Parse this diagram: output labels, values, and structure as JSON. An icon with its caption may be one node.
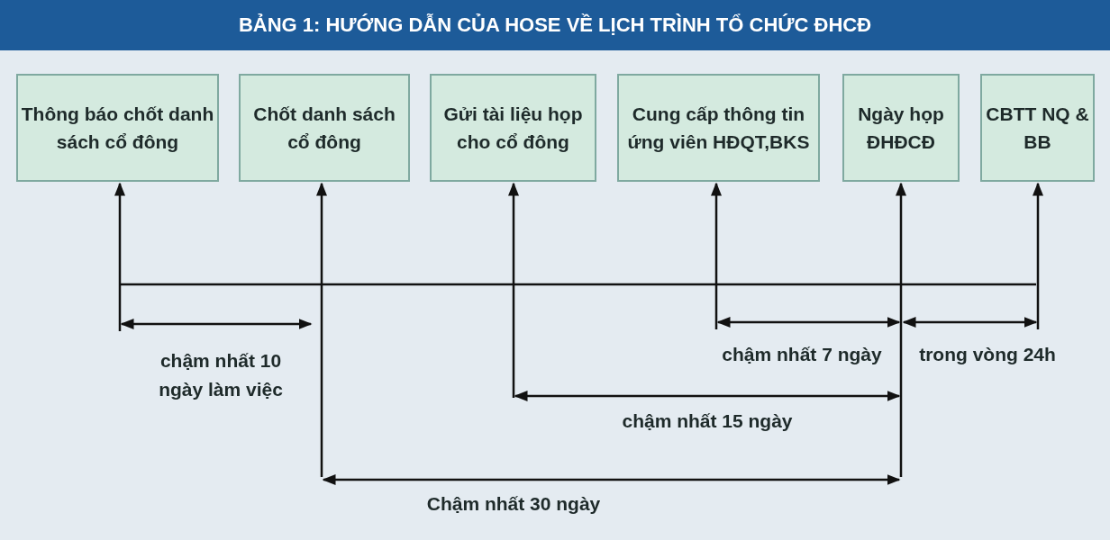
{
  "diagram": {
    "title": "BẢNG 1: HƯỚNG DẪN CỦA HOSE VỀ LỊCH TRÌNH TỔ CHỨC ĐHCĐ",
    "nodes": [
      {
        "text": [
          "Thông báo chốt danh sách cổ đông"
        ]
      },
      {
        "text": [
          "Chốt danh sách cổ đông"
        ]
      },
      {
        "text": [
          "Gửi tài liệu họp cho cổ đông"
        ]
      },
      {
        "text": [
          "Cung cấp thông tin ứng viên HĐQT,BKS"
        ]
      },
      {
        "text": [
          "Ngày họp ĐHĐCĐ"
        ]
      },
      {
        "text": [
          "CBTT NQ & BB"
        ]
      }
    ],
    "edges": [
      {
        "from": null,
        "to": 0,
        "arrow": "to"
      },
      {
        "from": null,
        "to": 1,
        "arrow": "to"
      },
      {
        "from": null,
        "to": 2,
        "arrow": "to"
      },
      {
        "from": null,
        "to": 3,
        "arrow": "to"
      },
      {
        "from": null,
        "to": 4,
        "arrow": "to"
      },
      {
        "from": null,
        "to": 5,
        "arrow": "to"
      }
    ],
    "labels": [
      "chậm nhất 7 ngày",
      "trong vòng 24h",
      "chậm nhất 10 ngày làm việc",
      "chậm nhất 15 ngày",
      "Chậm nhất 30 ngày"
    ]
  }
}
